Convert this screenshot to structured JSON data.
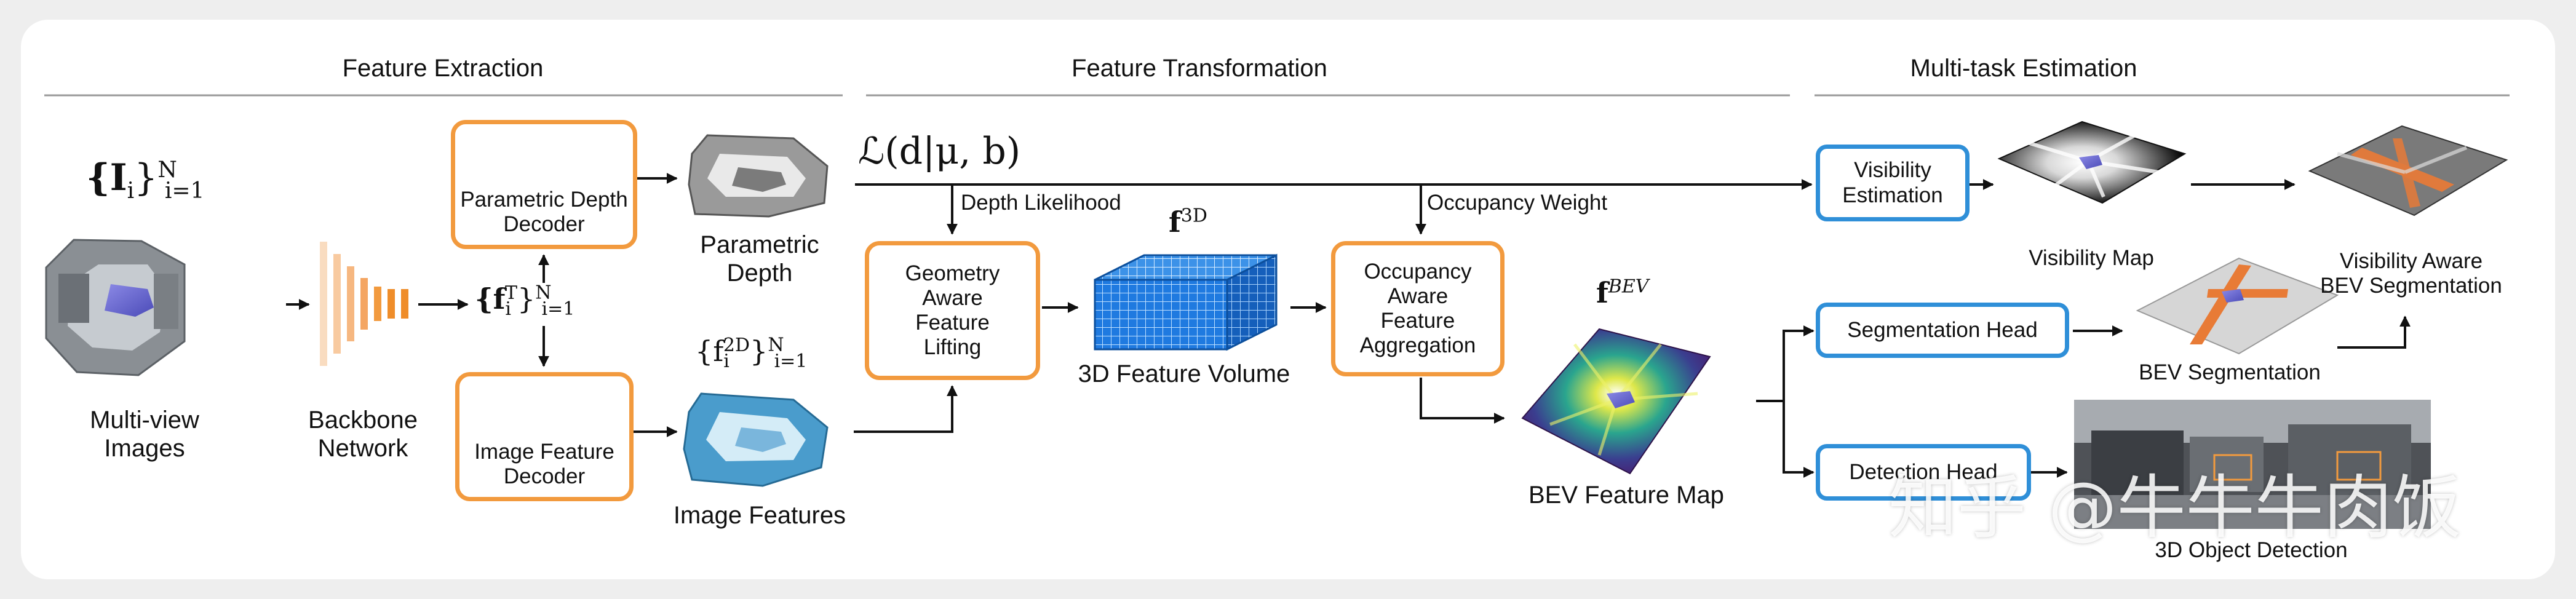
{
  "sections": {
    "feature_extraction": "Feature Extraction",
    "feature_transformation": "Feature Transformation",
    "multitask_estimation": "Multi-task Estimation"
  },
  "inputs": {
    "images_set": {
      "base": "{I",
      "sub": "i",
      "close": "}",
      "sub2": "i=1",
      "sup": "N"
    },
    "multiview_label_1": "Multi-view",
    "multiview_label_2": "Images"
  },
  "backbone": {
    "line1": "Backbone",
    "line2": "Network"
  },
  "features_set": {
    "base": "{f",
    "sub": "i",
    "sup": "T",
    "close": "}",
    "sub2": "i=1",
    "sup2": "N"
  },
  "depth_decoder": {
    "line1": "Parametric Depth",
    "line2": "Decoder"
  },
  "image_decoder": {
    "line1": "Image Feature",
    "line2": "Decoder"
  },
  "param_depth": {
    "line1": "Parametric",
    "line2": "Depth"
  },
  "image_features": {
    "label": "Image Features",
    "set_base": "{f",
    "set_sub": "i",
    "set_sup": "2D",
    "set_close": "}",
    "set_sub2": "i=1",
    "set_sup2": "N"
  },
  "likelihood": {
    "text": "ℒ(d|μ, b)"
  },
  "depth_likelihood": "Depth Likelihood",
  "occupancy_weight": "Occupancy Weight",
  "geometry_box": {
    "l1": "Geometry",
    "l2": "Aware",
    "l3": "Feature",
    "l4": "Lifting"
  },
  "volume": {
    "symbol_base": "f",
    "symbol_sup": "3D",
    "label": "3D Feature Volume"
  },
  "occupancy_box": {
    "l1": "Occupancy",
    "l2": "Aware",
    "l3": "Feature",
    "l4": "Aggregation"
  },
  "bev": {
    "symbol_base": "f",
    "symbol_sup": "BEV",
    "label": "BEV Feature Map"
  },
  "visibility_box": {
    "l1": "Visibility",
    "l2": "Estimation"
  },
  "visibility_map": "Visibility Map",
  "vis_aware": {
    "l1": "Visibility Aware",
    "l2": "BEV Segmentation"
  },
  "seg_head": "Segmentation Head",
  "bev_seg": "BEV Segmentation",
  "det_head": "Detection Head",
  "obj_det": "3D Object Detection",
  "watermark": "知乎 @牛牛牛肉饭",
  "colors": {
    "orange": "#f29a3e",
    "blue": "#2f8fd8",
    "bev_purple": "#3b1e6e",
    "bev_yellow": "#e8e23a"
  }
}
